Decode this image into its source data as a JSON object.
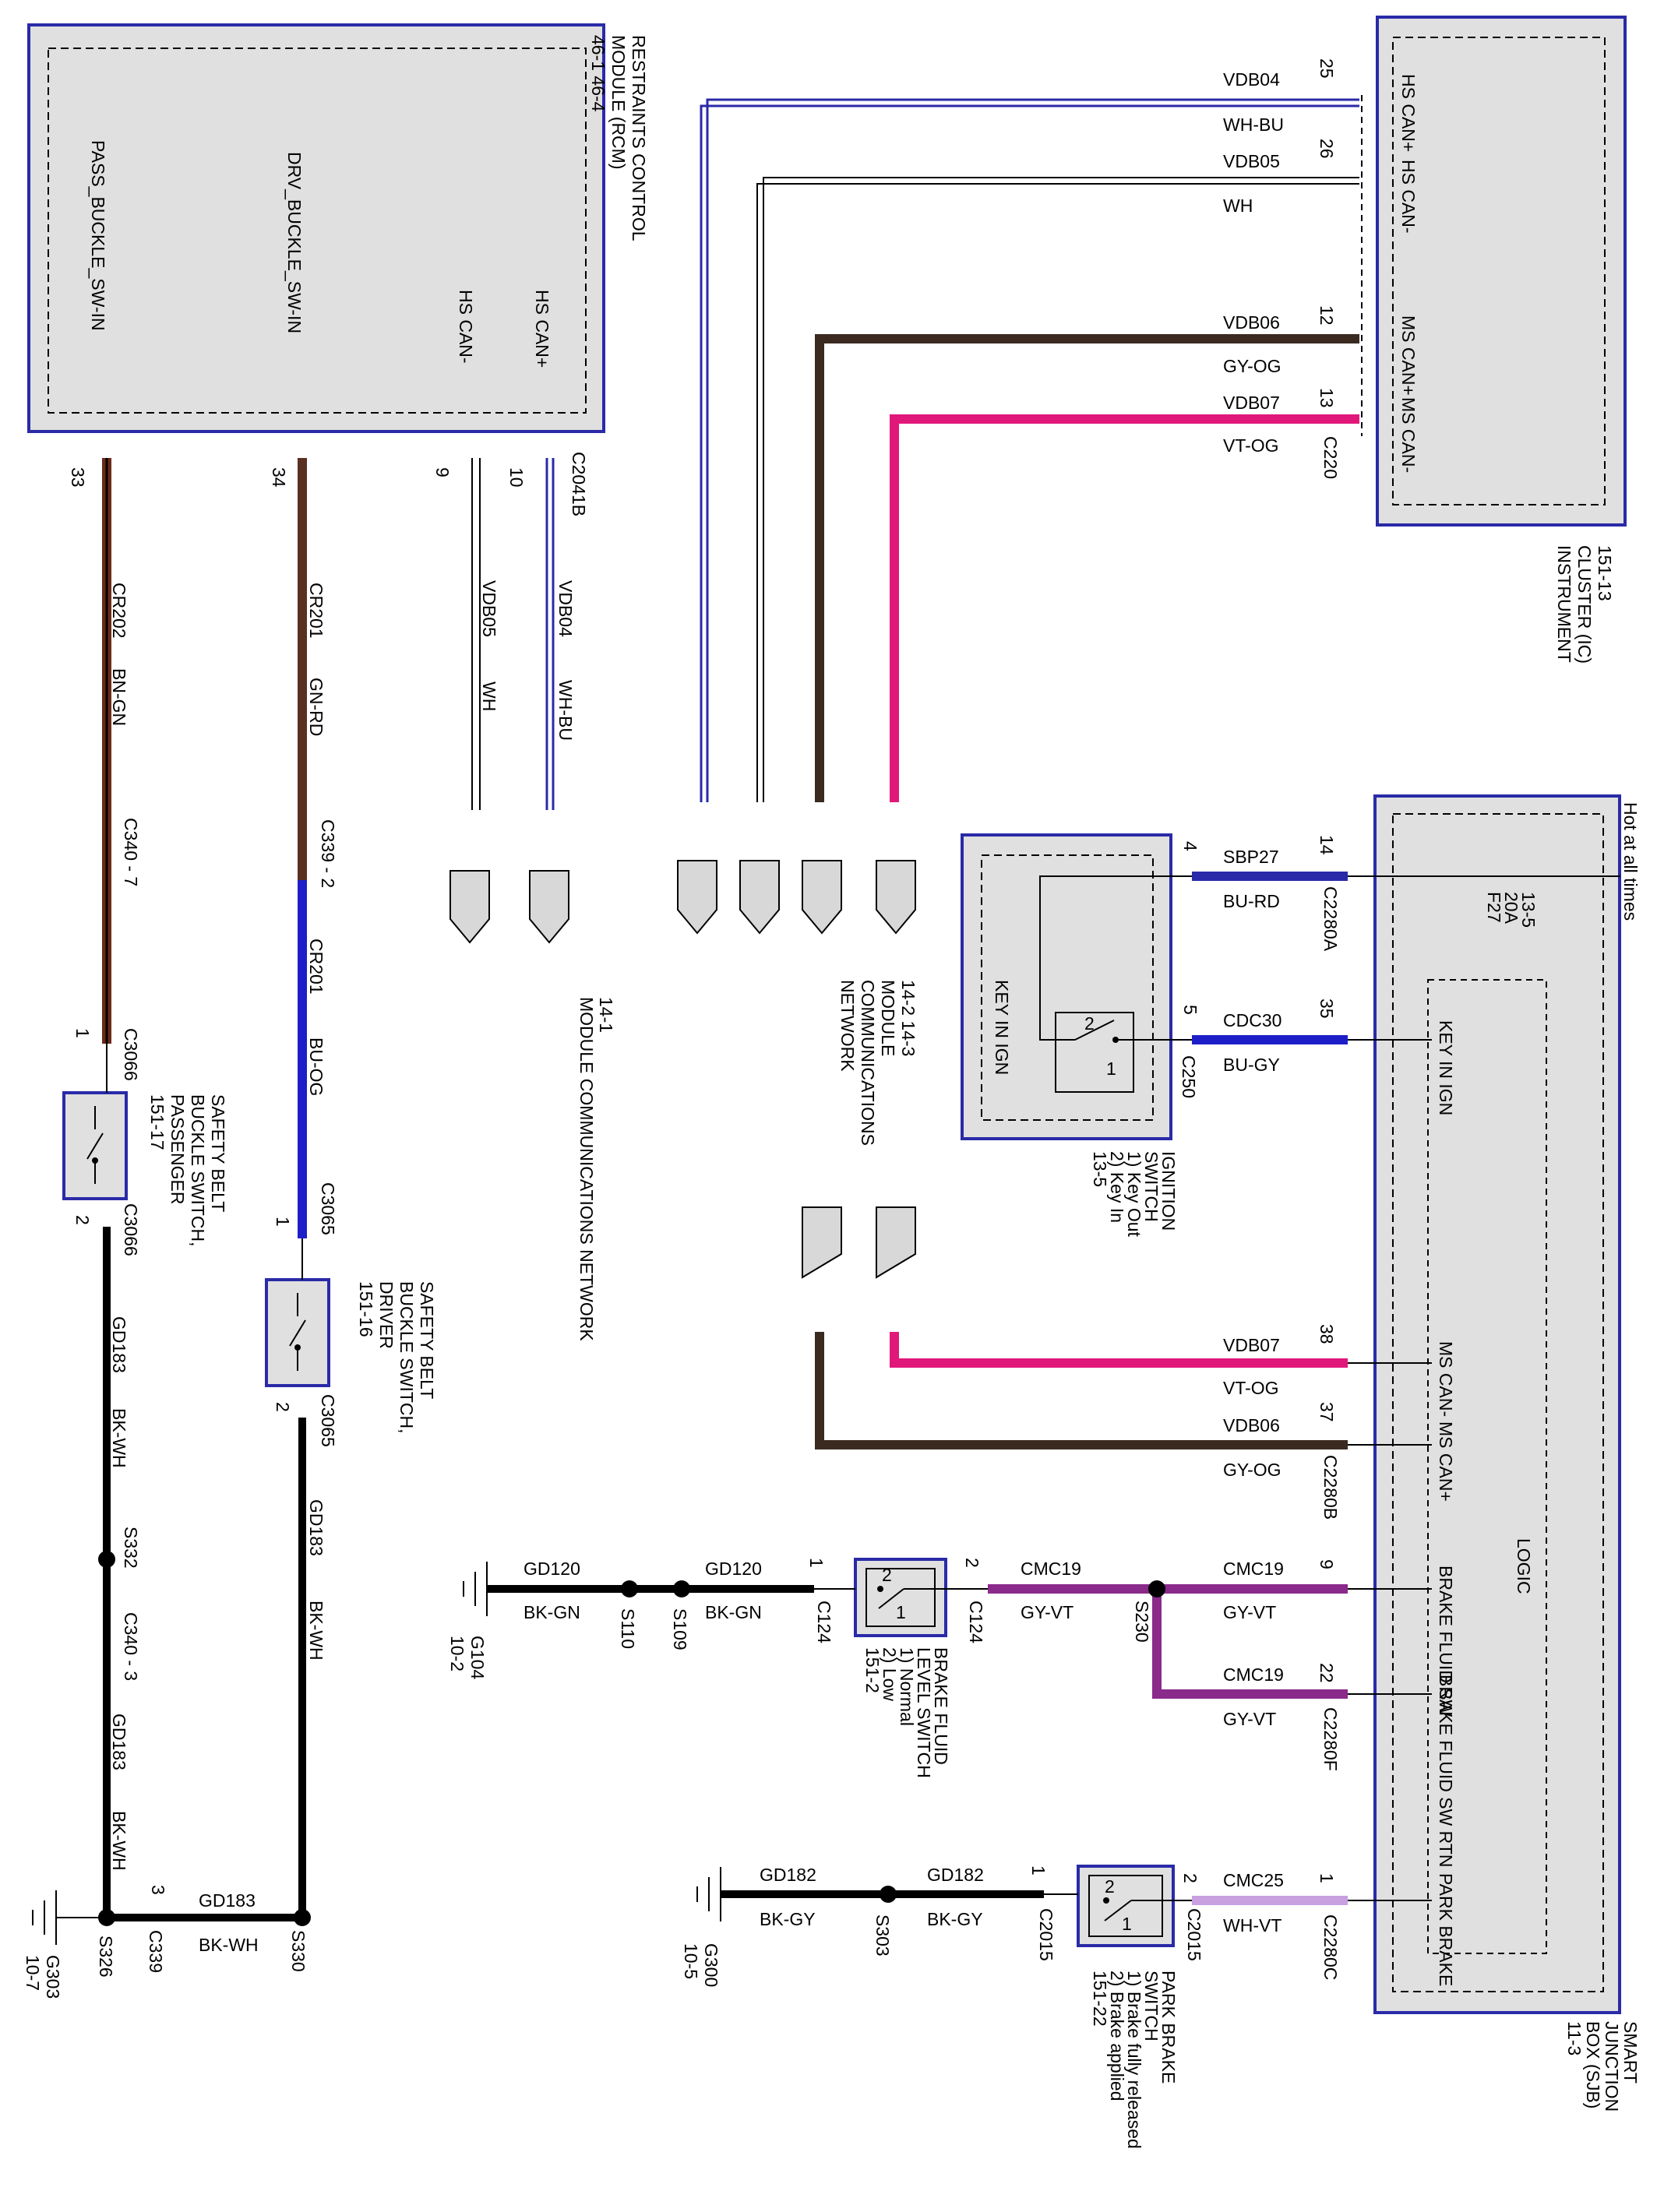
{
  "colors": {
    "component_fill": "#e0e0e0",
    "component_border": "#2a2aa8",
    "wire_bn_gn": "#6b2a1a",
    "wire_gn_rd": "#5a3020",
    "wire_bu_og": "#1e1ec8",
    "wire_wh_bu": "#2a2aa8",
    "wire_gy_og": "#3a2a20",
    "wire_vt_og": "#e0187a",
    "wire_gy_vt": "#8a2a8a",
    "wire_wh_vt": "#c8a0e0",
    "wire_bk": "#000000"
  },
  "rcm": {
    "title": [
      "RESTRAINTS CONTROL",
      "MODULE (RCM)",
      "46-1  46-4"
    ],
    "pins": [
      "PASS_BUCKLE_SW-IN",
      "DRV_BUCKLE_SW-IN",
      "HS CAN-",
      "HS CAN+"
    ],
    "connector": "C2041B"
  },
  "ic": {
    "title": [
      "INSTRUMENT",
      "CLUSTER (IC)",
      "151-13"
    ],
    "pins": [
      "HS CAN+",
      "HS CAN-",
      "MS CAN+",
      "MS CAN-"
    ],
    "connector": "C220"
  },
  "sjb": {
    "title": [
      "SMART",
      "JUNCTION",
      "BOX (SJB)",
      "11-3"
    ],
    "hot": "Hot at all times",
    "fuse": [
      "F27",
      "20A",
      "13-5"
    ],
    "logic": "LOGIC",
    "pins": [
      "KEY IN IGN",
      "MS CAN-",
      "MS CAN+",
      "BRAKE FLUID SW",
      "BRAKE FLUID SW RTN",
      "PARK BRAKE"
    ],
    "connectors": [
      "C2280A",
      "C2280B",
      "C2280F",
      "C2280C"
    ]
  },
  "ignition": {
    "title": [
      "IGNITION",
      "SWITCH",
      "1) Key Out",
      "2) Key In",
      "13-5"
    ],
    "label": "KEY IN IGN",
    "connector": "C250"
  },
  "wires": {
    "pass": {
      "pin_top": "33",
      "circuit": "CR202",
      "color": "BN-GN",
      "c340_7": "C340 - 7"
    },
    "drv": {
      "pin_top": "34",
      "circuit": "CR201",
      "color": "GN-RD",
      "c339_2": "C339 - 2",
      "circuit2": "CR201",
      "color2": "BU-OG"
    },
    "hs_minus": {
      "pin": "9",
      "circuit": "VDB05",
      "color": "WH"
    },
    "hs_plus": {
      "pin": "10",
      "circuit": "VDB04",
      "color": "WH-BU"
    },
    "ic_w1": {
      "pin": "25",
      "circuit": "VDB04",
      "color": "WH-BU"
    },
    "ic_w2": {
      "pin": "26",
      "circuit": "VDB05",
      "color": "WH"
    },
    "ic_w3": {
      "pin": "12",
      "circuit": "VDB06",
      "color": "GY-OG"
    },
    "ic_w4": {
      "pin": "13",
      "circuit": "VDB07",
      "color": "VT-OG"
    },
    "sjb_w14": {
      "pin": "14",
      "pin_ign": "4",
      "circuit": "SBP27",
      "color": "BU-RD"
    },
    "sjb_w35": {
      "pin": "35",
      "pin_ign": "5",
      "circuit": "CDC30",
      "color": "BU-GY"
    },
    "sjb_w38": {
      "pin": "38",
      "circuit": "VDB07",
      "color": "VT-OG"
    },
    "sjb_w37": {
      "pin": "37",
      "circuit": "VDB06",
      "color": "GY-OG"
    },
    "sjb_w9": {
      "pin": "9",
      "circuit": "CMC19",
      "color": "GY-VT"
    },
    "sjb_w22": {
      "pin": "22",
      "circuit": "CMC19",
      "color": "GY-VT"
    },
    "bf_mid": {
      "circuit": "CMC19",
      "color": "GY-VT",
      "pin": "2",
      "splice": "S230"
    },
    "gd120_a": {
      "circuit": "GD120",
      "color": "BK-GN",
      "splice": "S110"
    },
    "gd120_b": {
      "circuit": "GD120",
      "color": "BK-GN",
      "splice": "S109",
      "pin": "1"
    },
    "cmc25": {
      "pin": "1",
      "pin_switch": "2",
      "circuit": "CMC25",
      "color": "WH-VT"
    },
    "gd182_a": {
      "circuit": "GD182",
      "color": "BK-GY",
      "splice": "S303"
    },
    "gd182_b": {
      "circuit": "GD182",
      "color": "BK-GY",
      "pin": "1"
    },
    "pass_low": {
      "circuit": "GD183",
      "color": "BK-WH",
      "splice": "S332",
      "c340_3": "C340 - 3",
      "circuit2": "GD183",
      "color2": "BK-WH"
    },
    "drv_low": {
      "circuit": "GD183",
      "color": "BK-WH"
    },
    "gd183_h": {
      "circuit": "GD183",
      "color": "BK-WH",
      "pin": "3",
      "c339": "C339",
      "splice": "S330"
    }
  },
  "pass_switch": {
    "title": [
      "SAFETY BELT",
      "BUCKLE SWITCH,",
      "PASSENGER",
      "151-17"
    ],
    "connector": "C3066",
    "pin_a": "1",
    "pin_b": "2"
  },
  "drv_switch": {
    "title": [
      "SAFETY BELT",
      "BUCKLE SWITCH,",
      "DRIVER",
      "151-16"
    ],
    "connector": "C3065",
    "pin_a": "1",
    "pin_b": "2"
  },
  "brake_fluid": {
    "title": [
      "BRAKE FLUID",
      "LEVEL SWITCH",
      "1) Normal",
      "2) Low",
      "151-2"
    ],
    "connector": "C124"
  },
  "park_brake": {
    "title": [
      "PARK BRAKE",
      "SWITCH",
      "1) Brake fully released",
      "2) Brake applied",
      "151-22"
    ],
    "connector": "C2015"
  },
  "grounds": {
    "g104": [
      "G104",
      "10-2"
    ],
    "g300": [
      "G300",
      "10-5"
    ],
    "g303": [
      "G303",
      "10-7"
    ],
    "s326": "S326"
  },
  "network": {
    "n1": "14-1",
    "n1_text": "MODULE COMMUNICATIONS NETWORK",
    "n2": [
      "14-2  14-3",
      "MODULE",
      "COMMUNICATIONS",
      "NETWORK"
    ]
  },
  "switch_pins": {
    "one": "1",
    "two": "2"
  }
}
